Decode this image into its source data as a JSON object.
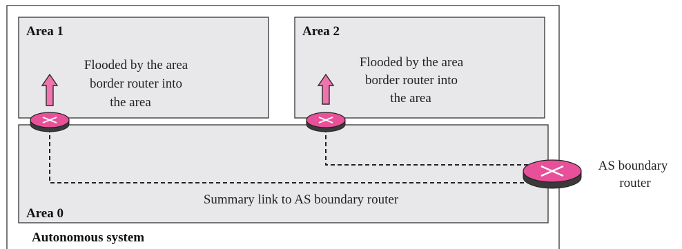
{
  "diagram": {
    "as_label": "Autonomous system",
    "areas": [
      {
        "label": "Area 1",
        "text": [
          "Flooded by the area",
          "border router into",
          "the area"
        ]
      },
      {
        "label": "Area 2",
        "text": [
          "Flooded by the area",
          "border router into",
          "the area"
        ]
      },
      {
        "label": "Area 0"
      }
    ],
    "summary_link_label": "Summary link to AS boundary router",
    "asbr_label": [
      "AS boundary",
      "router"
    ],
    "colors": {
      "area_fill": "#e8e8ea",
      "router_pink": "#e8509a",
      "router_dark": "#3a3a3a",
      "arrow_pink": "#ef74ad",
      "border": "#333333"
    }
  }
}
